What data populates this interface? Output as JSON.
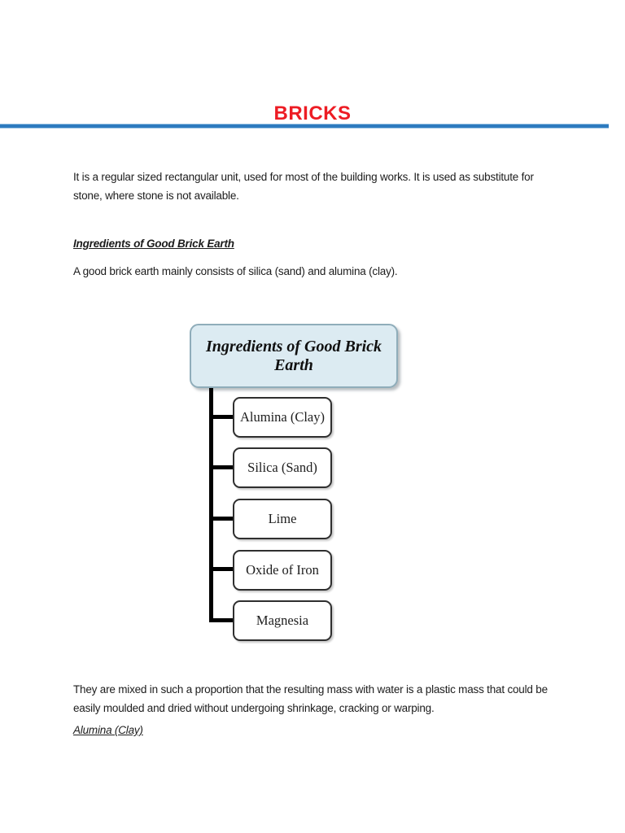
{
  "document": {
    "title": "BRICKS",
    "intro_lines": [
      "It is a regular sized rectangular unit, used for most of the building works. It is used as substitute for",
      "stone, where stone is not available."
    ],
    "ingredients": {
      "heading": "Ingredients of Good Brick Earth",
      "body": "A good brick earth mainly consists of silica (sand) and alumina (clay)."
    },
    "diagram": {
      "root_lines": [
        "Ingredients of Good Brick",
        "Earth"
      ],
      "children": [
        "Alumina (Clay)",
        "Silica (Sand)",
        "Lime",
        "Oxide of Iron",
        "Magnesia"
      ]
    },
    "mix_lines": [
      "They are mixed in such a proportion that the resulting mass with water is a plastic mass that could be",
      "easily moulded and dried without undergoing shrinkage, cracking or warping."
    ],
    "alumina_heading": "Alumina (Clay)"
  },
  "colors": {
    "title_red": "#ed1c24",
    "rule_blue": "#2d7bbf",
    "diagram_root_fill": "#dcebf2",
    "diagram_root_border": "#8fadba",
    "diagram_child_border": "#2f2f2f",
    "connector_black": "#000000",
    "text": "#1c1c1c"
  }
}
